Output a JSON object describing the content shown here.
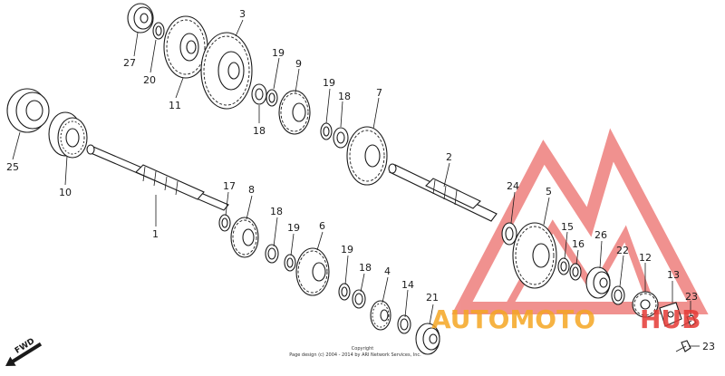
{
  "callouts": {
    "c1": "1",
    "c2": "2",
    "c3": "3",
    "c4": "4",
    "c5": "5",
    "c6": "6",
    "c7": "7",
    "c8": "8",
    "c9": "9",
    "c10": "10",
    "c11": "11",
    "c12": "12",
    "c13": "13",
    "c14": "14",
    "c15": "15",
    "c16": "16",
    "c17": "17",
    "c18a": "18",
    "c18b": "18",
    "c18c": "18",
    "c18d": "18",
    "c19a": "19",
    "c19b": "19",
    "c19c": "19",
    "c19d": "19",
    "c20": "20",
    "c21": "21",
    "c22": "22",
    "c23a": "23",
    "c23b": "23",
    "c24": "24",
    "c25": "25",
    "c26": "26",
    "c27": "27"
  },
  "direction": {
    "fwd": "FWD"
  },
  "copyright": {
    "line1": "Copyright",
    "line2": "Page design (c) 2004 - 2014 by ARI Network Services, Inc."
  },
  "watermark": {
    "brand_part1": "AUTOMOTO",
    "brand_part2": "HUB",
    "colors": {
      "red": "#e53935",
      "orange": "#f5a623"
    }
  }
}
